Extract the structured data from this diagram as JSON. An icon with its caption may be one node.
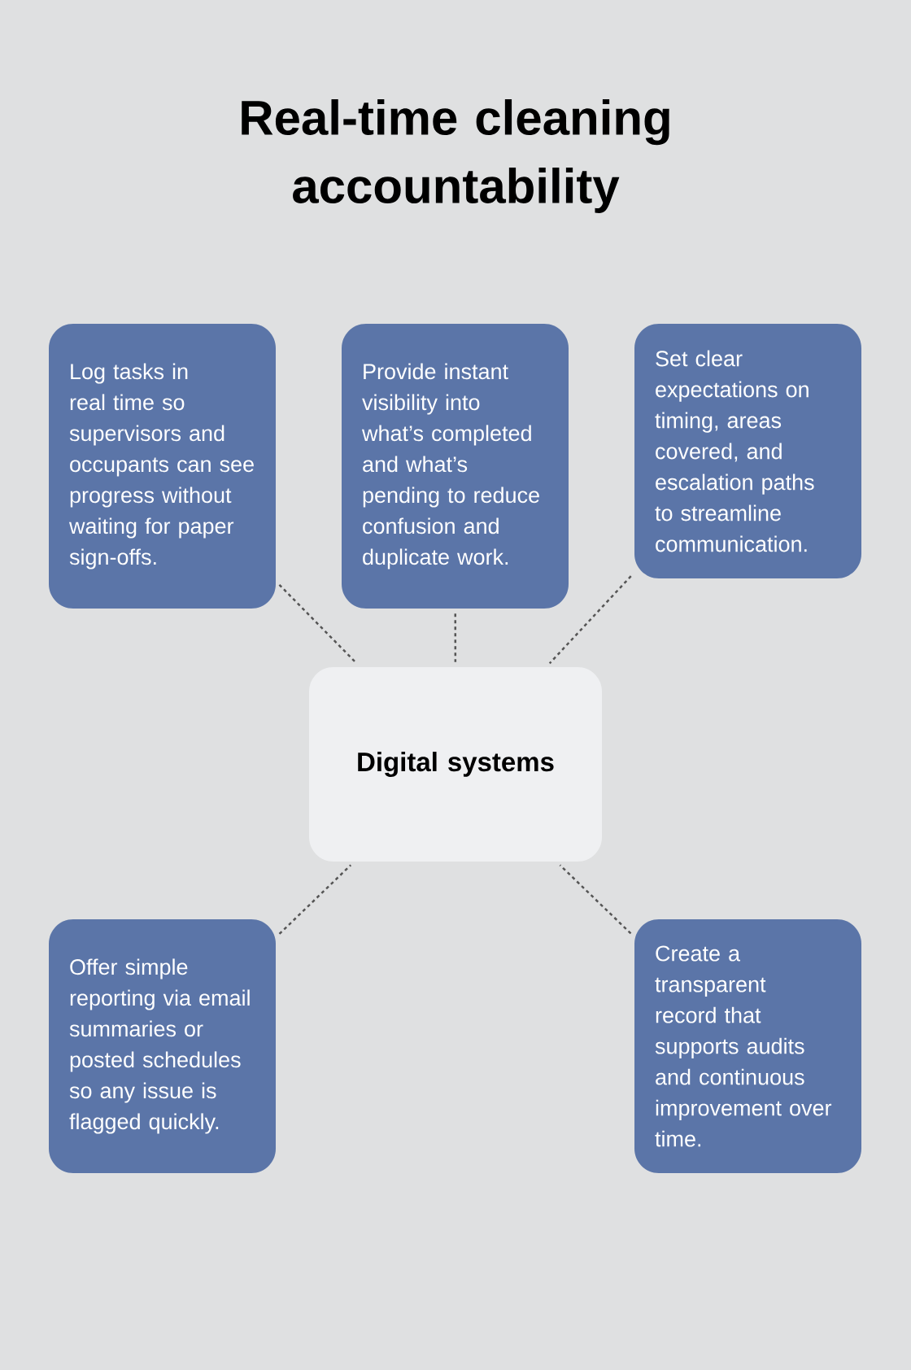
{
  "diagram": {
    "title": "Real-time cleaning accountability",
    "nodes": [
      {
        "text": [
          "Log tasks in real time so supervisors and occupants can see progress without waiting for paper sign-offs."
        ]
      },
      {
        "text": [
          "Provide instant visibility into what’s completed and what’s pending to reduce confusion and duplicate work."
        ]
      },
      {
        "text": [
          "Set clear expectations on timing, areas covered, and escalation paths to streamline communication."
        ]
      },
      {
        "text": [
          "Digital systems"
        ]
      },
      {
        "text": [
          "Offer simple reporting via email summaries or posted schedules so any issue is flagged quickly."
        ]
      },
      {
        "text": [
          "Create a transparent record that supports audits and continuous improvement over time."
        ]
      }
    ],
    "edges": [
      {
        "from": 0,
        "to": 3,
        "arrow": "none",
        "style": "dashed"
      },
      {
        "from": 1,
        "to": 3,
        "arrow": "none",
        "style": "dashed"
      },
      {
        "from": 2,
        "to": 3,
        "arrow": "none",
        "style": "dashed"
      },
      {
        "from": 4,
        "to": 3,
        "arrow": "none",
        "style": "dashed"
      },
      {
        "from": 5,
        "to": 3,
        "arrow": "none",
        "style": "dashed"
      }
    ]
  }
}
